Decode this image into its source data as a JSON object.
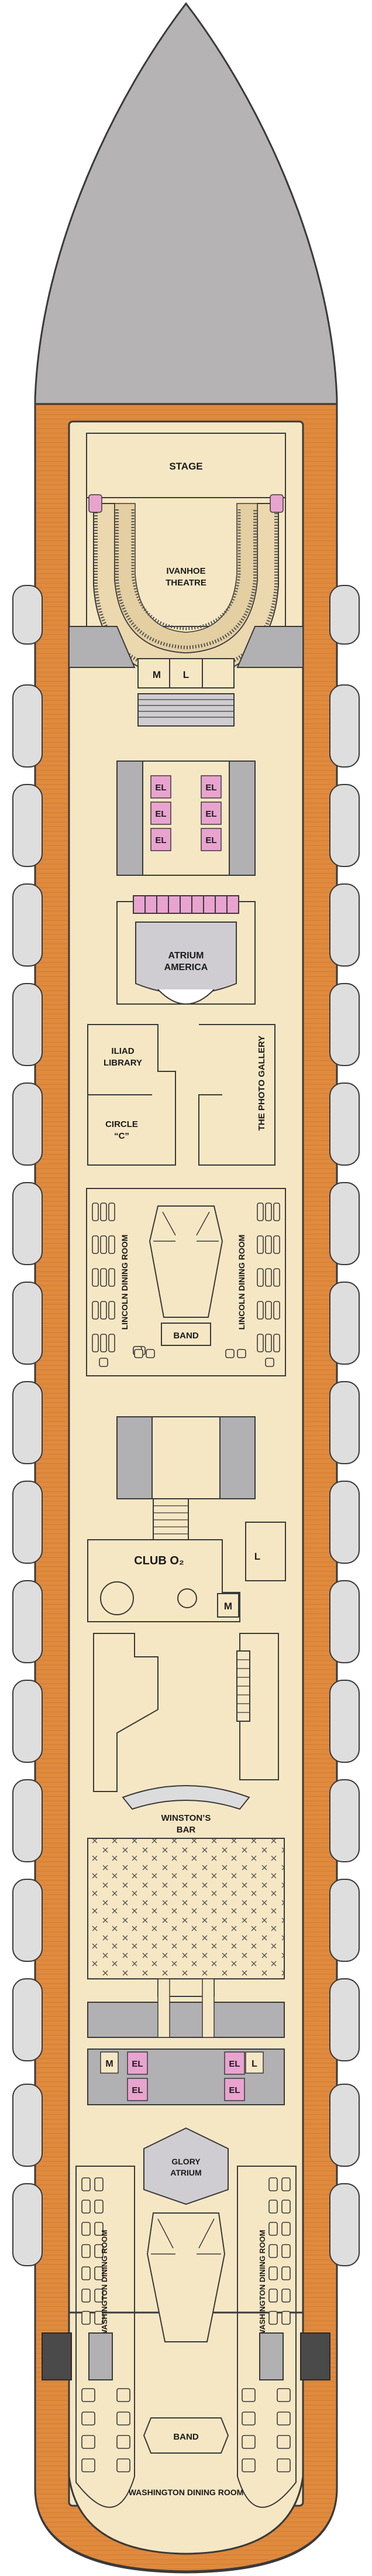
{
  "deck": {
    "title": "",
    "colors": {
      "hull": "#b5b3b4",
      "deck_wood": "#e08a3e",
      "deck_interior": "#f6e7c4",
      "wall": "#3a3a3a",
      "elevator": "#e9a3cf",
      "lifeboat": "#dedede",
      "grey_area": "#b1b0b3"
    },
    "labels": {
      "stage": "STAGE",
      "theatre_1": "IVANHOE",
      "theatre_2": "THEATRE",
      "atrium_america_1": "ATRIUM",
      "atrium_america_2": "AMERICA",
      "library_1": "ILIAD",
      "library_2": "LIBRARY",
      "circle_c_1": "CIRCLE",
      "circle_c_2": "“C”",
      "photo_gallery": "THE PHOTO GALLERY",
      "lincoln_left": "LINCOLN DINING ROOM",
      "lincoln_right": "LINCOLN DINING ROOM",
      "band_upper": "BAND",
      "club_o2": "CLUB O₂",
      "winstons_1": "WINSTON’S",
      "winstons_2": "BAR",
      "glory_atrium_1": "GLORY",
      "glory_atrium_2": "ATRIUM",
      "washington_left": "WASHINGTON DINING ROOM",
      "washington_right": "WASHINGTON DINING ROOM",
      "band_lower": "BAND",
      "washington_bottom": "WASHINGTON DINING ROOM"
    },
    "markers": {
      "men": "M",
      "ladies": "L",
      "elevator": "EL"
    }
  }
}
